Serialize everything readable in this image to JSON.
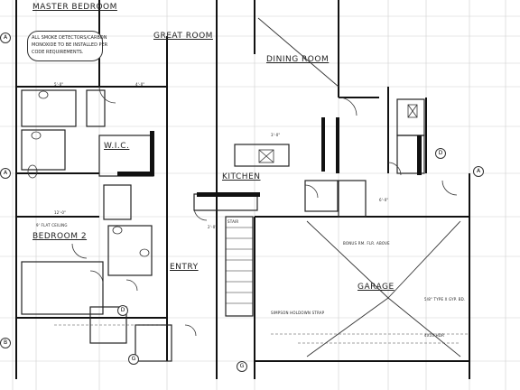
{
  "rooms": {
    "master_bedroom": "MASTER BEDROOM",
    "great_room": "GREAT ROOM",
    "dining_room": "DINING ROOM",
    "wic": "W.I.C.",
    "kitchen": "KITCHEN",
    "bedroom2": "BEDROOM 2",
    "entry": "ENTRY",
    "garage": "GARAGE"
  },
  "notes": {
    "smoke": [
      "ALL SMOKE DETECTORS/CARBON",
      "MONOXIDE TO BE INSTALLED PER",
      "CODE REQUIREMENTS."
    ],
    "ceiling": "9' FLAT CEILING",
    "stair_note": "STAIR",
    "garage_note": "BONUS RM. FLR. ABOVE",
    "strap_note": "SIMPSON HOLDOWN STRAP",
    "firewall": "5/8\" TYPE X GYP. BD.",
    "header": "4X10 HDR"
  },
  "grid_tags": [
    "A",
    "A",
    "A",
    "B",
    "D",
    "D",
    "G",
    "G"
  ],
  "dims": [
    "5'-0\"",
    "4'-0\"",
    "3'-0\"",
    "2'-0\"",
    "6'-0\"",
    "12'-0\""
  ]
}
